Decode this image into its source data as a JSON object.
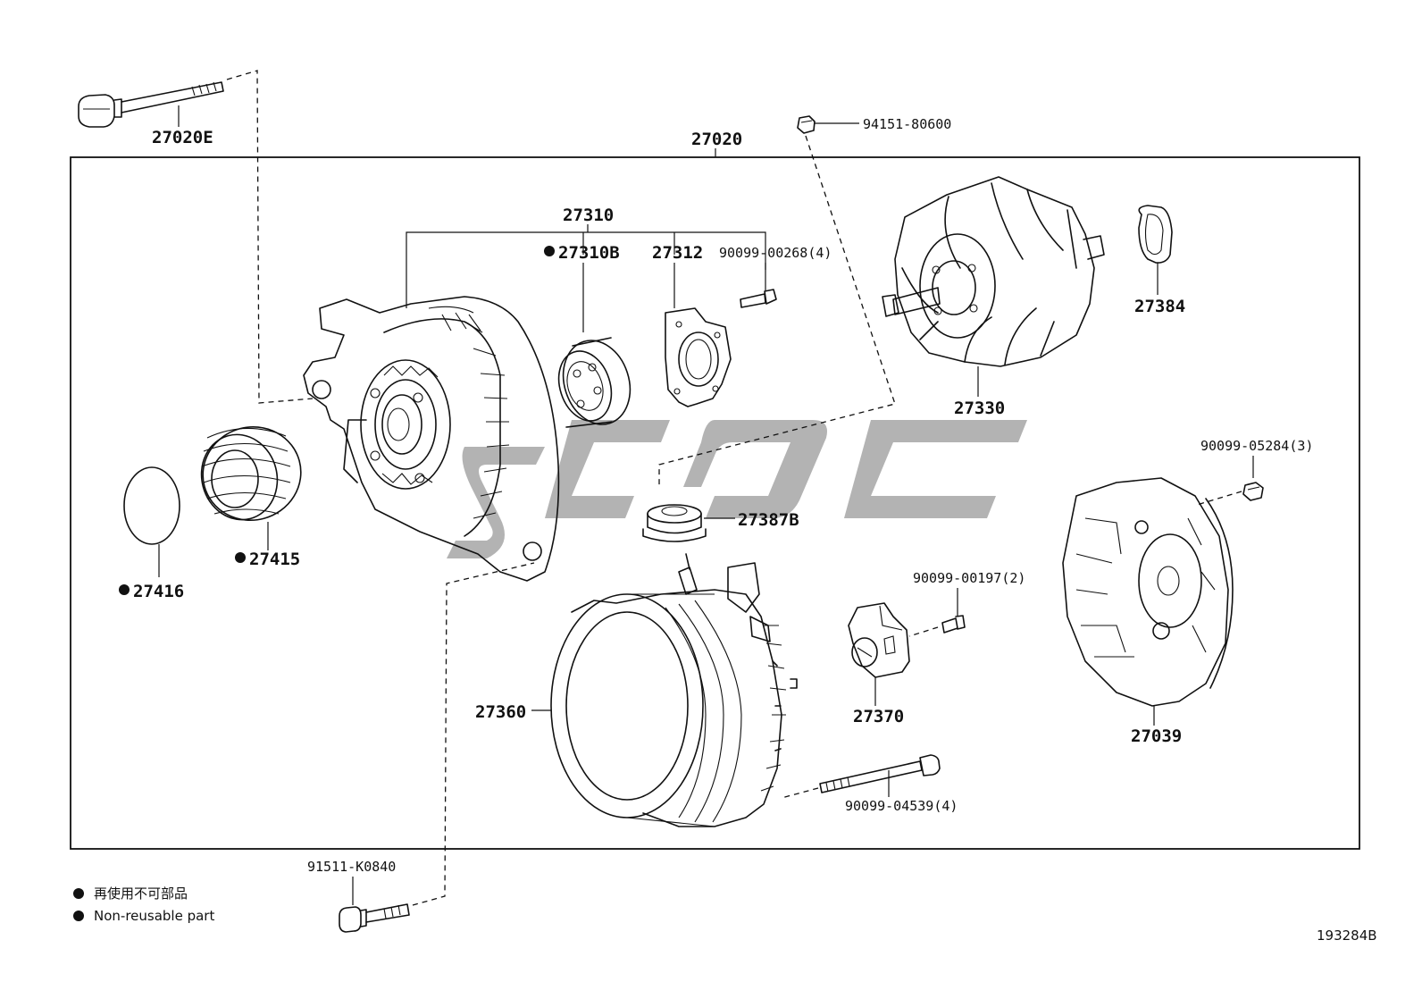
{
  "labels": {
    "assembly": "27020",
    "bolt_top": "27020E",
    "nut_top": "94151-80600",
    "frame_drive": "27310",
    "bearing": "27310B",
    "retainer": "27312",
    "screw_retainer": "90099-00268(4)",
    "rotor": "27330",
    "insulator": "27384",
    "cover_nut": "90099-05284(3)",
    "seal": "27387B",
    "pulley": "27415",
    "cap": "27416",
    "screw_holder": "90099-00197(2)",
    "stator": "27360",
    "brush_holder": "27370",
    "rear_cover": "27039",
    "through_bolt": "90099-04539(4)",
    "bolt_bottom": "91511-K0840"
  },
  "legend": {
    "jp": "再使用不可部品",
    "en": "Non-reusable part"
  },
  "figure_id": "193284B",
  "colors": {
    "line": "#111111",
    "watermark": "#9a9a9a"
  }
}
